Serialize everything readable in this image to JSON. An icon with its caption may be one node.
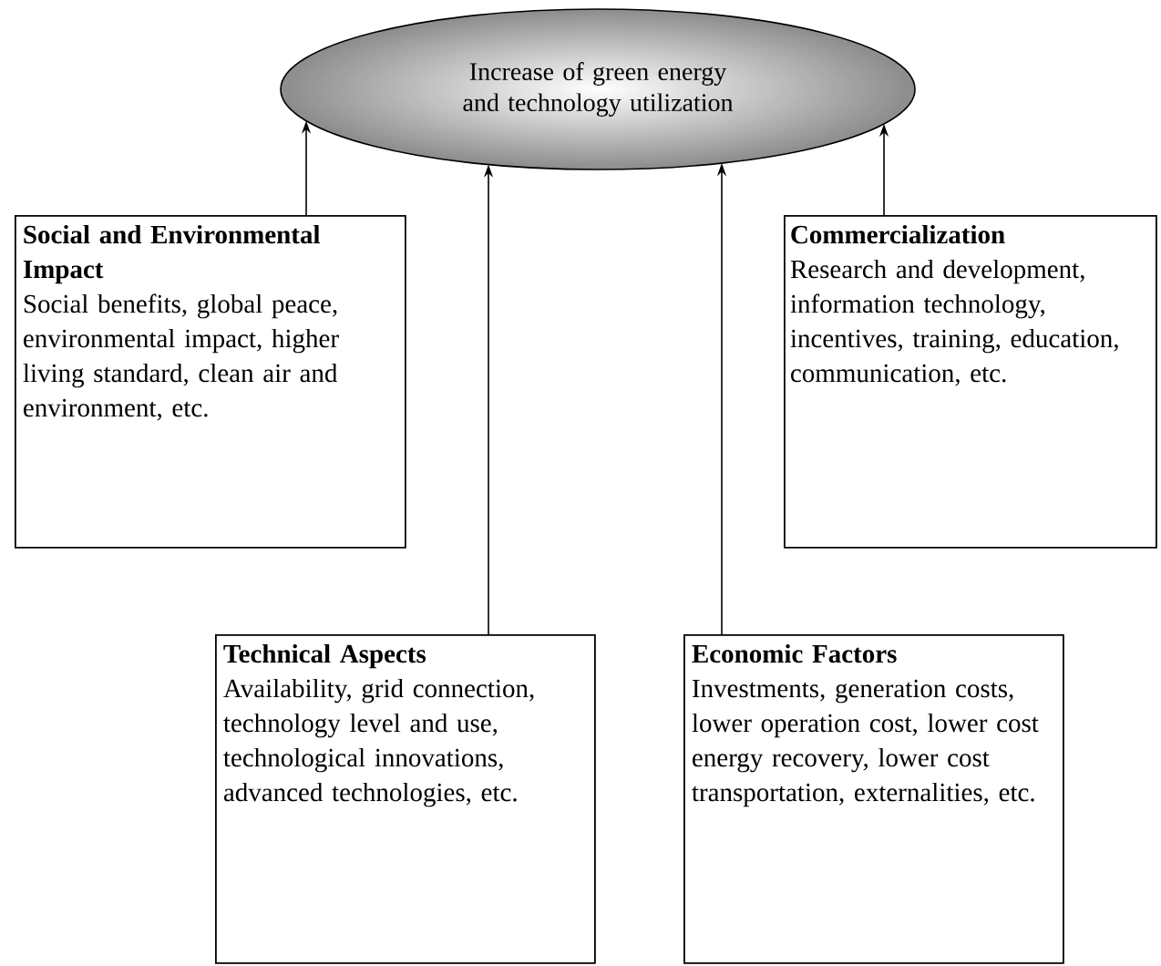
{
  "diagram": {
    "nodes": [
      {
        "text": [
          "Increase of green energy and technology utilization"
        ]
      },
      {
        "text": [
          "Social and Environmental Impact",
          "Social benefits, global peace, environmental impact, higher living standard, clean air and environment, etc."
        ]
      },
      {
        "text": [
          "Commercialization",
          "Research and development, information technology, incentives, training, education, communication, etc."
        ]
      },
      {
        "text": [
          "Technical Aspects",
          "Availability, grid connection, technology level and use, technological innovations, advanced technologies, etc."
        ]
      },
      {
        "text": [
          "Economic Factors",
          "Investments, generation costs, lower operation cost, lower cost energy recovery, lower cost transportation, externalities, etc."
        ]
      }
    ],
    "edges": [
      {
        "from": 1,
        "to": 0,
        "arrow": "to"
      },
      {
        "from": 3,
        "to": 0,
        "arrow": "to"
      },
      {
        "from": 4,
        "to": 0,
        "arrow": "to"
      },
      {
        "from": 2,
        "to": 0,
        "arrow": "to"
      }
    ]
  }
}
